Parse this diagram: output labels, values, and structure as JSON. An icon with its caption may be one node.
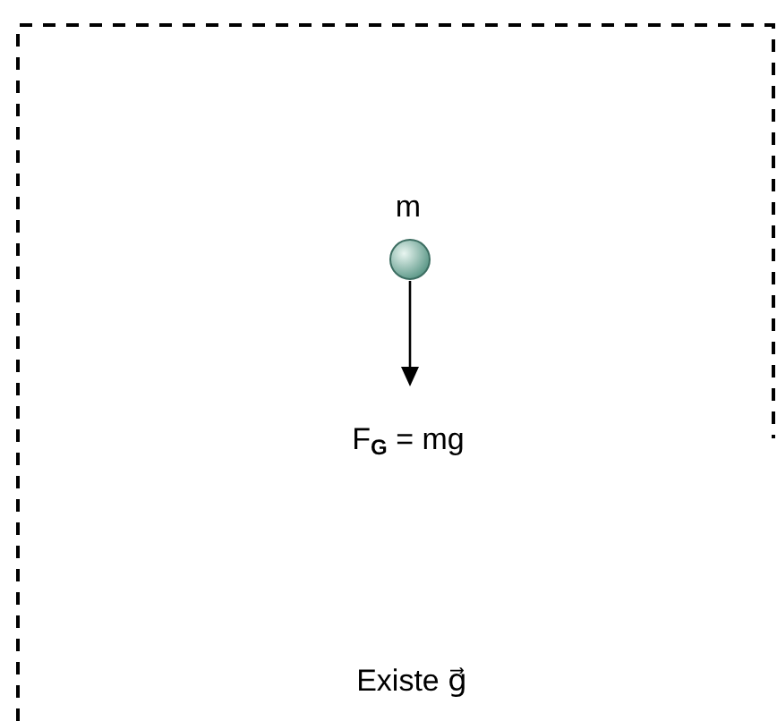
{
  "diagram": {
    "labels": [
      "m",
      "F$_{G}$ = mg",
      "Existe g⃗"
    ]
  }
}
